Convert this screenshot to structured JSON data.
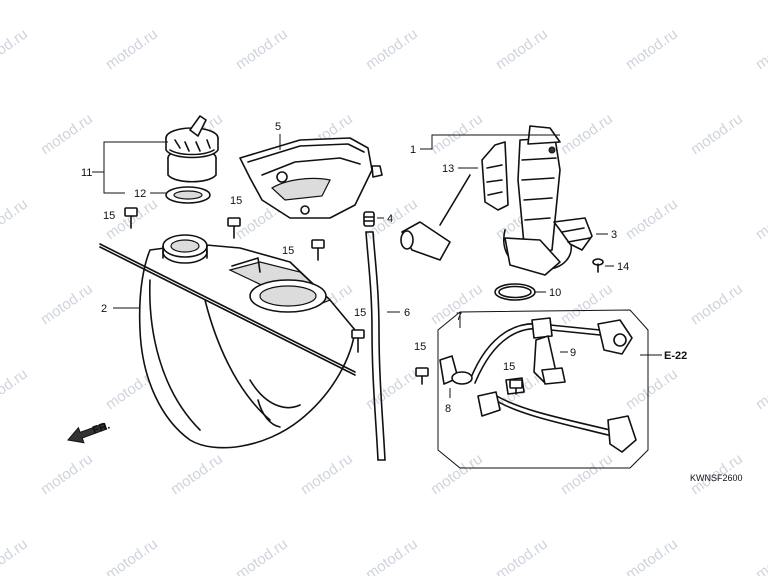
{
  "watermark": "motod.ru",
  "drawing_code": "KWNSF2600",
  "direction_label": "FR.",
  "reference": "E-22",
  "callouts": {
    "c1": "1",
    "c2": "2",
    "c3": "3",
    "c4": "4",
    "c5": "5",
    "c6": "6",
    "c7": "7",
    "c8": "8",
    "c9": "9",
    "c10": "10",
    "c11": "11",
    "c12": "12",
    "c13": "13",
    "c14": "14",
    "c15a": "15",
    "c15b": "15",
    "c15c": "15",
    "c15d": "15",
    "c15e": "15",
    "c15f": "15"
  }
}
